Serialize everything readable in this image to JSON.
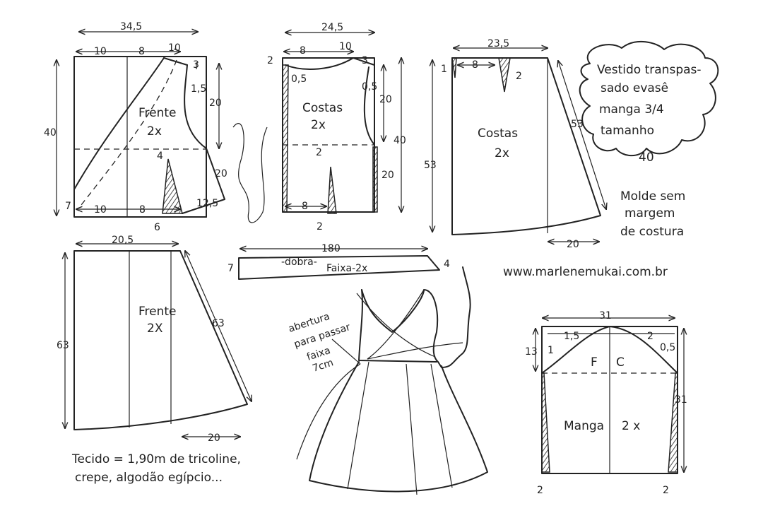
{
  "title_cloud": {
    "line1": "Vestido transpas-",
    "line2": "sado evasê",
    "line3": "manga 3/4",
    "line4": "tamanho",
    "line5": "40"
  },
  "note": {
    "line1": "Molde sem",
    "line2": "margem",
    "line3": "de costura"
  },
  "website": "www.marlenemukai.com.br",
  "fabric": {
    "line1": "Tecido = 1,90m  de tricoline,",
    "line2": "crepe, algodão egípcio..."
  },
  "pieces": {
    "frente_bodice": {
      "name": "Frente",
      "count": "2x"
    },
    "costas_bodice": {
      "name": "Costas",
      "count": "2x"
    },
    "costas_skirt": {
      "name": "Costas",
      "count": "2x"
    },
    "frente_skirt": {
      "name": "Frente",
      "count": "2X"
    },
    "faixa": {
      "name": "Faixa-2x",
      "fold": "-dobra-"
    },
    "manga": {
      "name": "Manga",
      "count": "2 x",
      "front": "F",
      "back": "C"
    }
  },
  "sketch_note": {
    "line1": "abertura",
    "line2": "para passar",
    "line3": "faixa",
    "line4": "7cm"
  },
  "dims": {
    "fb_width": "34,5",
    "fb_top_a": "10",
    "fb_top_b": "8",
    "fb_top_c": "10",
    "fb_height": "40",
    "fb_shoulder": "3",
    "fb_neck": "1,5",
    "fb_arm": "20",
    "fb_side": "20",
    "fb_dart_h": "4",
    "fb_bot_a": "10",
    "fb_bot_b": "8",
    "fb_bot_c": "12,5",
    "fb_dart_w": "6",
    "fb_left": "7",
    "cb_width": "24,5",
    "cb_top_a": "8",
    "cb_top_b": "10",
    "cb_shoulder": "3",
    "cb_neck": "2",
    "cb_neck_curve": "0,5",
    "cb_arm_curve": "0,5",
    "cb_arm": "20",
    "cb_height": "40",
    "cb_side": "20",
    "cb_dart_h": "2",
    "cb_bot": "8",
    "cb_dart_w": "2",
    "cs_width": "23,5",
    "cs_top": "8",
    "cs_left_top": "1",
    "cs_dart": "2",
    "cs_height": "53",
    "cs_side": "53",
    "cs_bottom": "20",
    "faixa_len": "180",
    "faixa_left": "7",
    "faixa_right": "4",
    "fs_width": "20,5",
    "fs_height": "63",
    "fs_side": "63",
    "fs_bottom": "20",
    "m_width": "31",
    "m_cap": "13",
    "m_height": "31",
    "m_c1": "1",
    "m_c2": "1,5",
    "m_c3": "2",
    "m_c4": "0,5",
    "m_hem_l": "2",
    "m_hem_r": "2"
  }
}
